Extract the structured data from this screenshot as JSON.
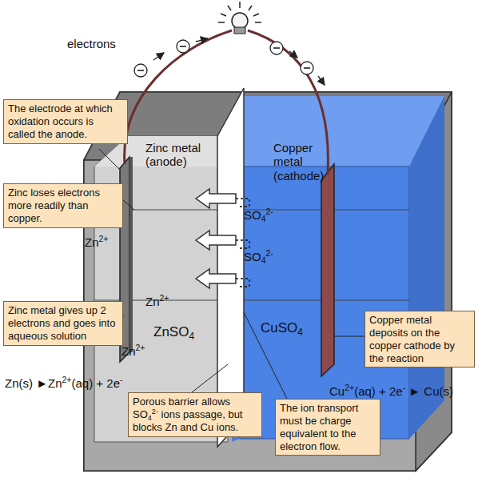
{
  "diagram": {
    "nodes": [
      {
        "text": [
          "The electrode at which oxidation occurs is called the anode."
        ]
      },
      {
        "text": [
          "Zinc loses electrons more readily than copper."
        ]
      },
      {
        "text": [
          "Zinc metal gives up 2 electrons and goes into aqueous solution"
        ]
      },
      {
        "text": [
          "Copper metal deposits on the copper cathode by the reaction"
        ]
      },
      {
        "text": [
          "Porous barrier allows SO42- ions passage, but blocks Zn and Cu ions."
        ]
      },
      {
        "text": [
          "The ion transport must be charge equivalent to the electron flow."
        ]
      }
    ],
    "labels": [
      "electrons",
      "Zinc metal (anode)",
      "Copper metal (cathode)",
      "SO42-",
      "SO42-",
      "Zn2+",
      "Zn2+",
      "Zn2+",
      "ZnSO4",
      "CuSO4",
      "Zn(s) ►Zn2+(aq) + 2e-",
      "Cu2+(aq) + 2e- ► Cu(s)"
    ]
  }
}
